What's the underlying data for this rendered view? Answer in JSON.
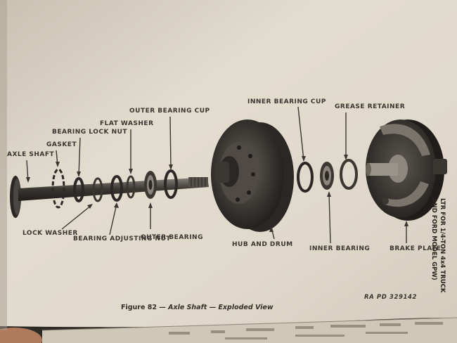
{
  "figure": {
    "caption_number": "Figure 82",
    "caption_title": "Axle Shaft",
    "caption_subtitle": "Exploded View",
    "reference": "RA PD 329142"
  },
  "labels": {
    "axle_shaft": "AXLE SHAFT",
    "gasket": "GASKET",
    "bearing_lock_nut": "BEARING LOCK NUT",
    "flat_washer": "FLAT WASHER",
    "outer_bearing_cup": "OUTER BEARING CUP",
    "lock_washer": "LOCK WASHER",
    "bearing_adjusting_nut": "BEARING ADJUSTING NUT",
    "outer_bearing": "OUTER BEARING",
    "inner_bearing_cup": "INNER BEARING CUP",
    "grease_retainer": "GREASE RETAINER",
    "hub_and_drum": "HUB AND DRUM",
    "inner_bearing": "INNER BEARING",
    "brake_plate": "BRAKE PLATE"
  },
  "side_text": {
    "line1": "LTR FOR 1/4-TON 4x4 TRUCK",
    "line2": "AND FORD MODEL GPW)"
  },
  "colors": {
    "paper": "#ddd6c8",
    "ink": "#3a3530",
    "metal_dark": "#2b2825"
  }
}
